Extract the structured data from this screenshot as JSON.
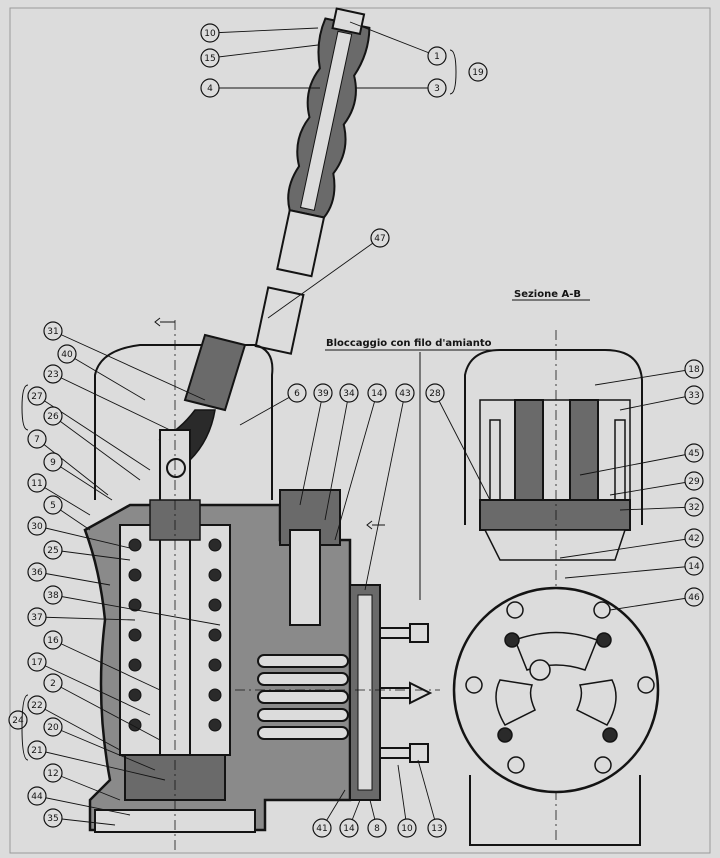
{
  "palette": {
    "paper": "#dcdcdc",
    "ink": "#141414",
    "shade": "#6a6a6a",
    "dark": "#2a2a2a",
    "frame": "#9a9a9a"
  },
  "titles": {
    "section": "Sezione A-B",
    "locking": "Bloccaggio con filo d'amianto"
  },
  "callouts": [
    {
      "label": "10"
    },
    {
      "label": "15"
    },
    {
      "label": "4"
    },
    {
      "label": "1"
    },
    {
      "label": "3"
    },
    {
      "label": "19"
    },
    {
      "label": "47"
    },
    {
      "label": "31"
    },
    {
      "label": "40"
    },
    {
      "label": "23"
    },
    {
      "label": "27"
    },
    {
      "label": "26"
    },
    {
      "label": "7"
    },
    {
      "label": "9"
    },
    {
      "label": "11"
    },
    {
      "label": "5"
    },
    {
      "label": "30"
    },
    {
      "label": "25"
    },
    {
      "label": "36"
    },
    {
      "label": "38"
    },
    {
      "label": "37"
    },
    {
      "label": "16"
    },
    {
      "label": "17"
    },
    {
      "label": "2"
    },
    {
      "label": "22"
    },
    {
      "label": "24"
    },
    {
      "label": "20"
    },
    {
      "label": "21"
    },
    {
      "label": "12"
    },
    {
      "label": "44"
    },
    {
      "label": "35"
    },
    {
      "label": "6"
    },
    {
      "label": "39"
    },
    {
      "label": "34"
    },
    {
      "label": "14"
    },
    {
      "label": "43"
    },
    {
      "label": "28"
    },
    {
      "label": "18"
    },
    {
      "label": "33"
    },
    {
      "label": "45"
    },
    {
      "label": "29"
    },
    {
      "label": "32"
    },
    {
      "label": "42"
    },
    {
      "label": "14"
    },
    {
      "label": "46"
    },
    {
      "label": "41"
    },
    {
      "label": "14"
    },
    {
      "label": "8"
    },
    {
      "label": "10"
    },
    {
      "label": "13"
    }
  ]
}
